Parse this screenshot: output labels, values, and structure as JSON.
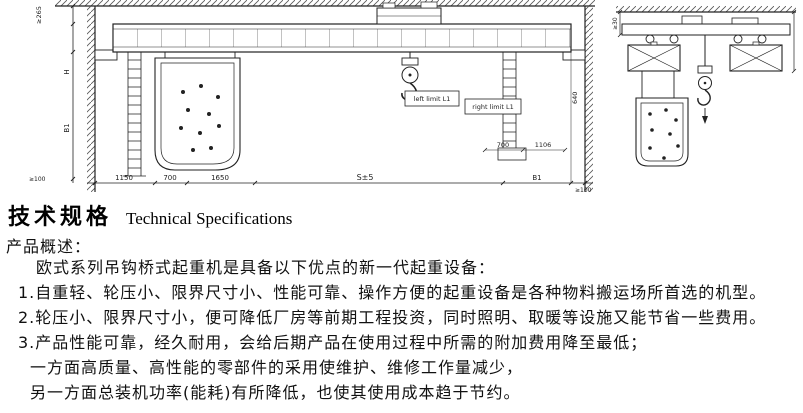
{
  "heading": {
    "zh": "技术规格",
    "en": "Technical Specifications"
  },
  "overview_label": "产品概述：",
  "paragraphs": [
    "欧式系列吊钩桥式起重机是具备以下优点的新一代起重设备：",
    "1.自重轻、轮压小、限界尺寸小、性能可靠、操作方便的起重设备是各种物料搬运场所首选的机型。",
    "2.轮压小、限界尺寸小，便可降低厂房等前期工程投资，同时照明、取暖等设施又能节省一些费用。",
    "3.产品性能可靠，经久耐用，会给后期产品在使用过程中所需的附加费用降至最低；",
    "一方面高质量、高性能的零部件的采用使维护、维修工作量减少，",
    "另一方面总装机功率(能耗)有所降低，也使其使用成本趋于节约。"
  ],
  "drawing": {
    "front": {
      "top_clearance": "≥265",
      "height": "H",
      "b1_left": "B1",
      "left_clearance": "≥100",
      "seg1": "1150",
      "seg2": "700",
      "seg3": "1650",
      "span": "S±5",
      "b1_right": "B1",
      "right_clearance": "≥100",
      "limit_left": "left limit L1",
      "limit_right": "right limit L1",
      "d700": "700",
      "d1106": "1106",
      "d640": "640"
    },
    "side": {
      "top_clearance": "≥30"
    }
  }
}
